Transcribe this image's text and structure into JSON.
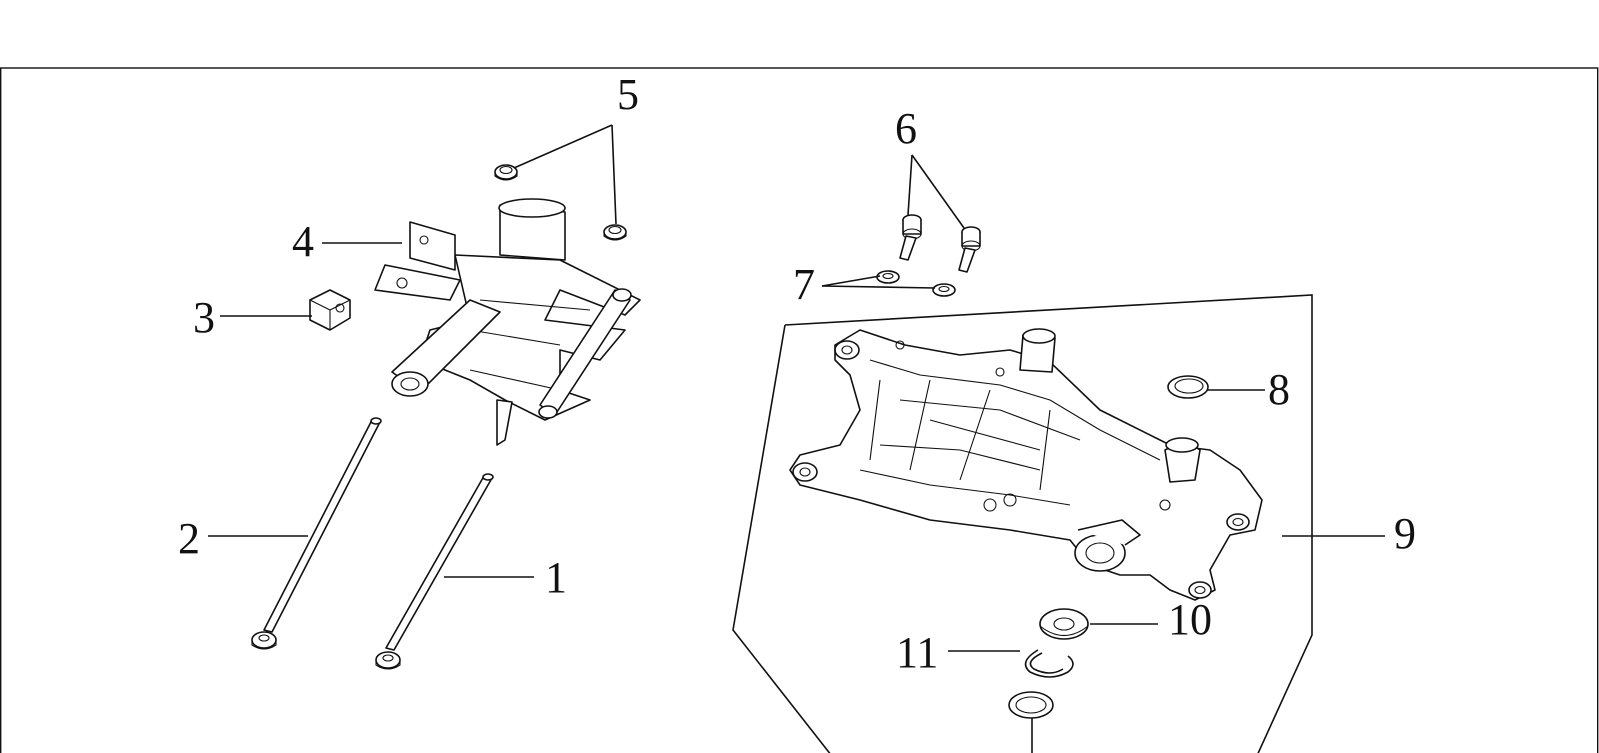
{
  "diagram": {
    "callouts": [
      "1",
      "2",
      "3",
      "4",
      "5",
      "6",
      "7",
      "8",
      "9",
      "10",
      "11"
    ],
    "parts": [
      {
        "id": "1",
        "name": "long-bolt"
      },
      {
        "id": "2",
        "name": "long-bolt"
      },
      {
        "id": "3",
        "name": "clip-nut"
      },
      {
        "id": "4",
        "name": "mounting-bracket"
      },
      {
        "id": "5",
        "name": "flange-nut"
      },
      {
        "id": "6",
        "name": "bolt"
      },
      {
        "id": "7",
        "name": "washer"
      },
      {
        "id": "8",
        "name": "oil-seal"
      },
      {
        "id": "9",
        "name": "rear-swing-arm"
      },
      {
        "id": "10",
        "name": "bearing"
      },
      {
        "id": "11",
        "name": "circlip"
      }
    ]
  }
}
